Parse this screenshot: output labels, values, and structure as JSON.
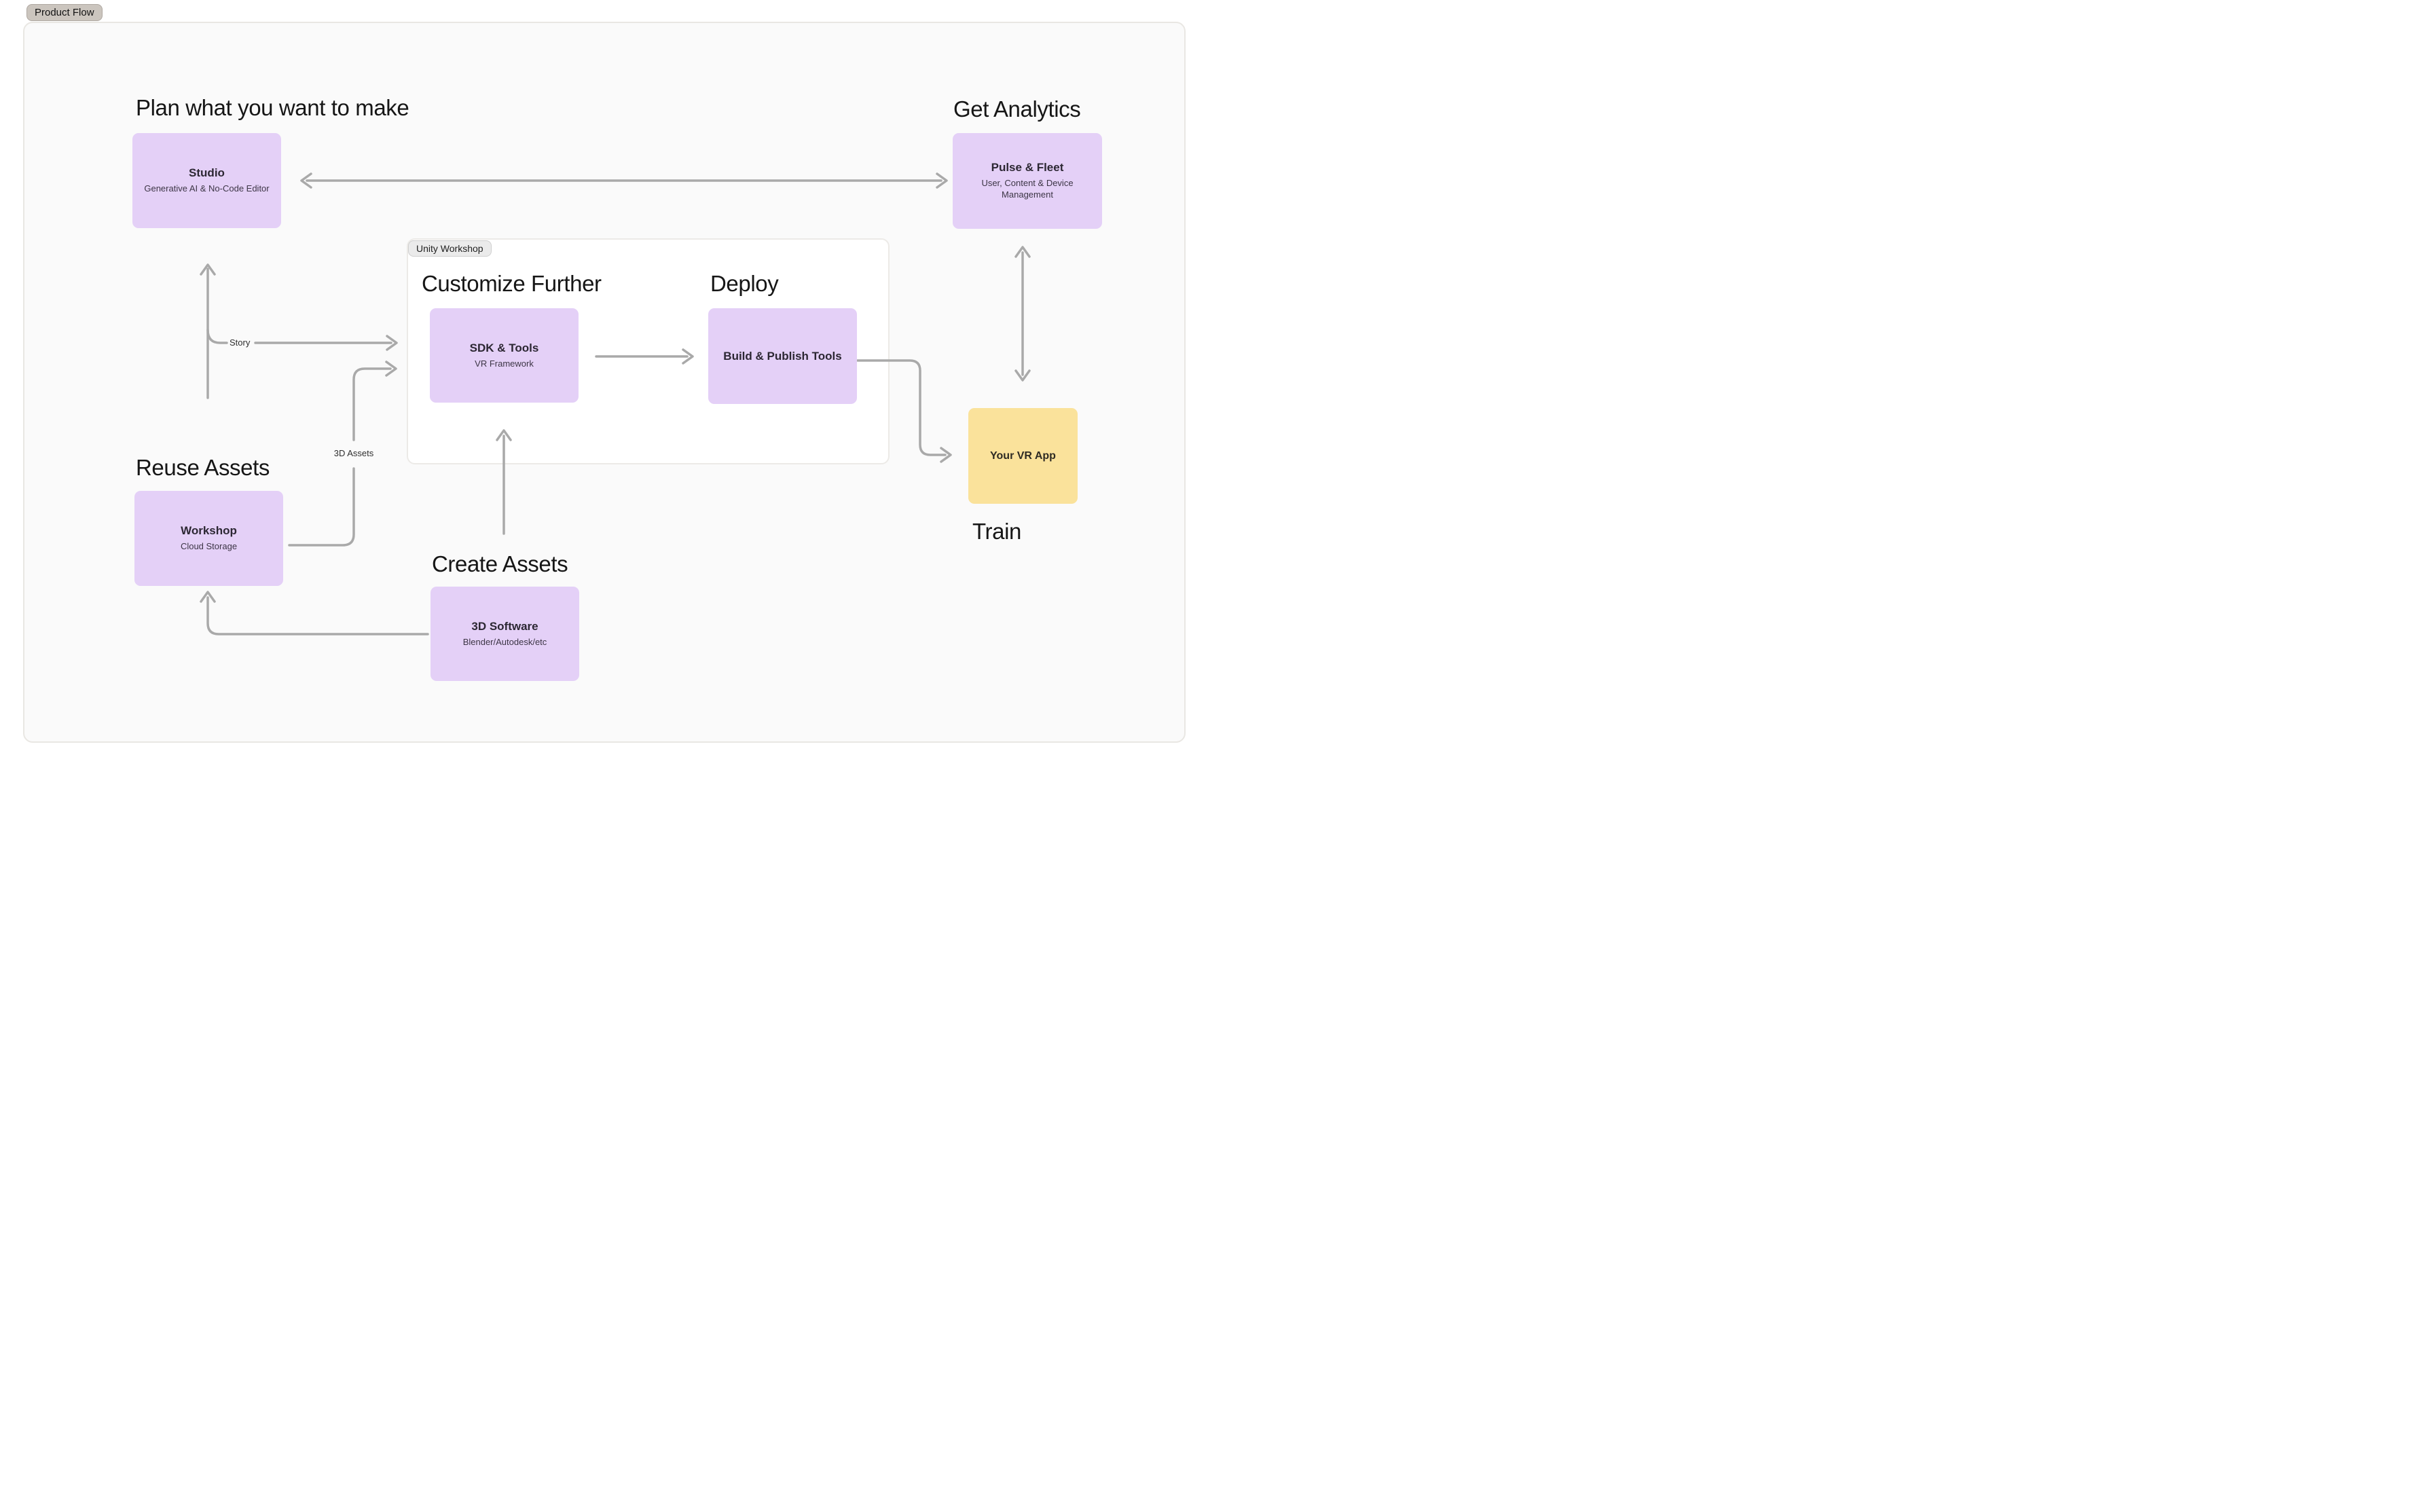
{
  "page": {
    "tag": "Product Flow"
  },
  "sections": {
    "plan": {
      "heading": "Plan what you want to make"
    },
    "analytics": {
      "heading": "Get Analytics"
    },
    "unity_workshop": {
      "tag": "Unity Workshop",
      "customize_heading": "Customize Further",
      "deploy_heading": "Deploy"
    },
    "reuse": {
      "heading": "Reuse Assets"
    },
    "create": {
      "heading": "Create Assets"
    },
    "train": {
      "heading": "Train"
    }
  },
  "nodes": {
    "studio": {
      "title": "Studio",
      "subtitle": "Generative AI & No-Code Editor"
    },
    "pulse_fleet": {
      "title": "Pulse & Fleet",
      "subtitle": "User, Content & Device Management"
    },
    "sdk_tools": {
      "title": "SDK & Tools",
      "subtitle": "VR Framework"
    },
    "build_publish": {
      "title": "Build & Publish Tools"
    },
    "workshop": {
      "title": "Workshop",
      "subtitle": "Cloud Storage"
    },
    "software_3d": {
      "title": "3D Software",
      "subtitle": "Blender/Autodesk/etc"
    },
    "vr_app": {
      "title": "Your VR App"
    }
  },
  "edge_labels": {
    "story": "Story",
    "assets_3d": "3D Assets"
  },
  "colors": {
    "node_purple": "#E4D0F7",
    "node_yellow": "#FAE29B",
    "arrow_gray": "#A9A9A9",
    "badge_tan": "#CBC5BE",
    "badge_gray": "#EBEBEB"
  }
}
